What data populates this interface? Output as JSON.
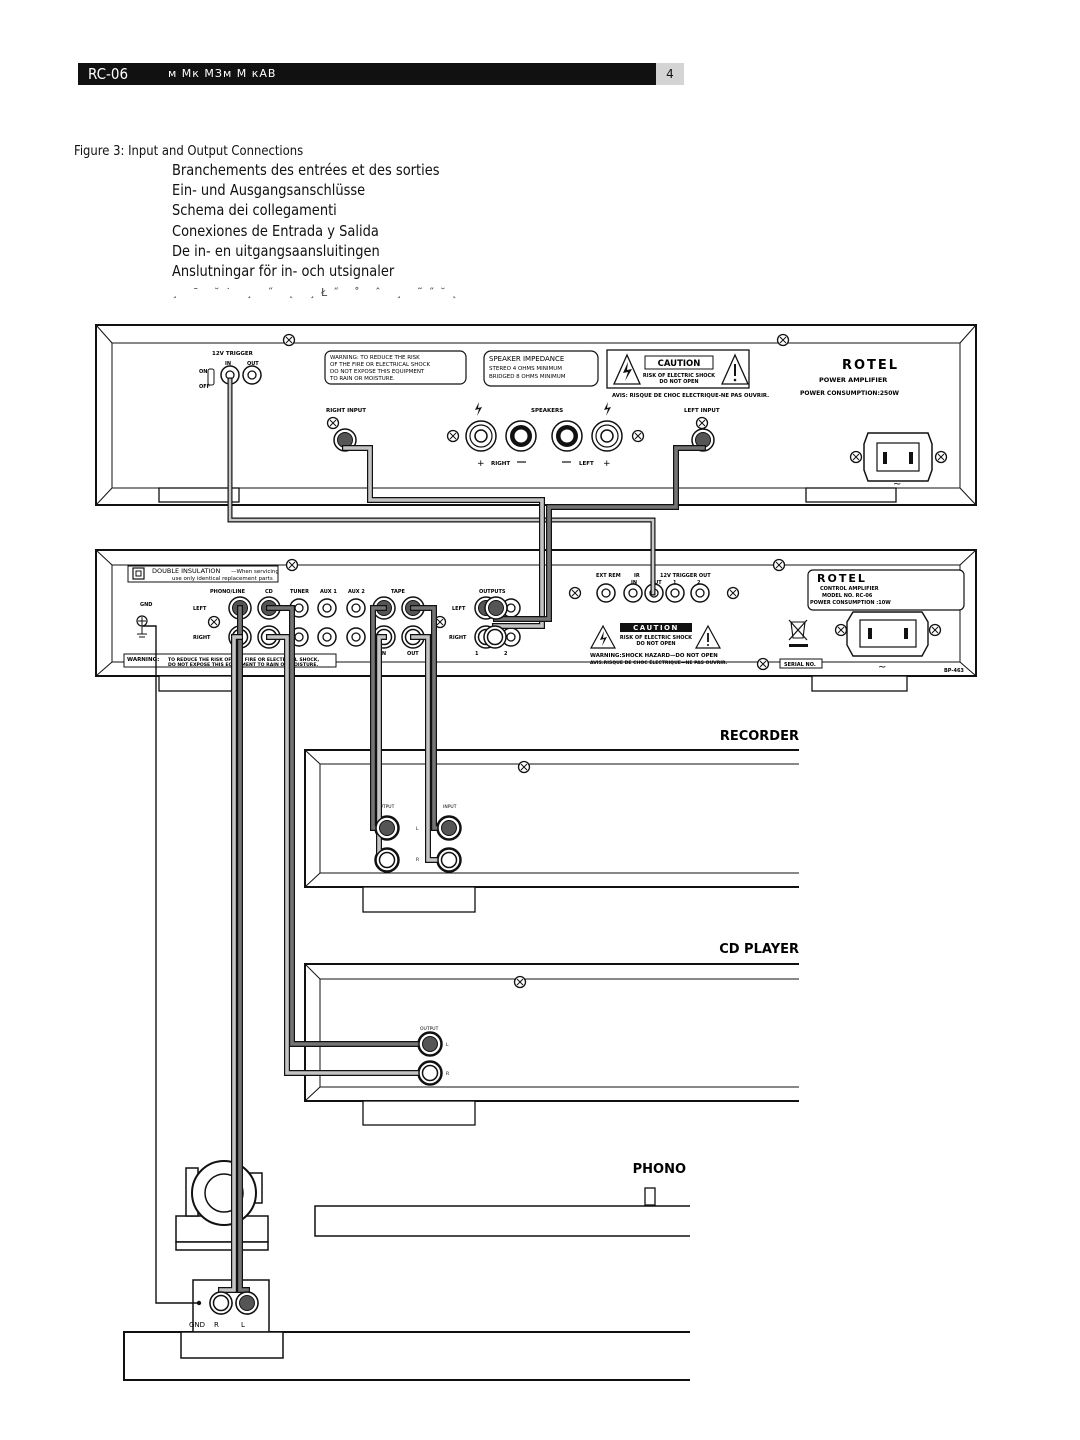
{
  "header": {
    "model": "RC-06",
    "garbled_title": "м Мк МЗм М кАВ",
    "page_number": "4"
  },
  "figure": {
    "caption": "Figure 3:  Input and Output Connections",
    "translations": [
      "Branchements des entrées et des sorties",
      "Ein- und Ausgangsanschlüsse",
      "Schema dei collegamenti",
      "Conexiones de Entrada y Salida",
      "De in- en uitgangsaansluitingen",
      "Anslutningar för in- och utsignaler"
    ],
    "garbled_line": "¸ ˉ ˘˙ ¸ ˝ ˛ ¸Ł˝ ˚ ˆ ¸ ˜˝˘˛"
  },
  "power_amp": {
    "trigger_label": "12V TRIGGER",
    "trigger_in": "IN",
    "trigger_out": "OUT",
    "trigger_on": "ON",
    "trigger_off": "OFF",
    "warning_lines": [
      "WARNING: TO REDUCE THE RISK",
      "OF THE FIRE OR ELECTRICAL SHOCK",
      "DO NOT EXPOSE THIS EQUIPMENT",
      "TO RAIN OR MOISTURE."
    ],
    "impedance_lines": [
      "SPEAKER IMPEDANCE",
      "STEREO 4 OHMS MINIMUM",
      "BRIDGED 8 OHMS MINIMUM"
    ],
    "caution_title": "CAUTION",
    "caution_lines": [
      "RISK OF ELECTRIC SHOCK",
      "DO NOT OPEN"
    ],
    "avis": "AVIS: RISQUE DE CHOC ELECTRIQUE-NE PAS OUVRIR.",
    "brand": "ROTEL",
    "product": "POWER AMPLIFIER",
    "consumption": "POWER CONSUMPTION:250W",
    "right_input": "RIGHT INPUT",
    "left_input": "LEFT INPUT",
    "speakers": "SPEAKERS",
    "right": "RIGHT",
    "left": "LEFT"
  },
  "control_amp": {
    "double_insulation": "DOUBLE INSULATION",
    "servicing_1": "—When servicing",
    "servicing_2": "use only identical replacement parts",
    "gnd": "GND",
    "phono_line": "PHONO/LINE",
    "cd": "CD",
    "tuner": "TUNER",
    "aux1": "AUX 1",
    "aux2": "AUX 2",
    "tape": "TAPE",
    "outputs": "OUTPUTS",
    "left": "LEFT",
    "right": "RIGHT",
    "in": "IN",
    "out": "OUT",
    "out1": "1",
    "out2": "2",
    "ext_rem": "EXT REM",
    "ir": "IR",
    "ir_in": "IN",
    "ir_out": "OUT",
    "trigger_out": "12V TRIGGER OUT",
    "trig1": "1",
    "trig2": "2",
    "warning_word": "WARNING:",
    "warning_1": "TO REDUCE THE RISK OF THE FIRE OR ELECTRICAL SHOCK,",
    "warning_2": "DO NOT EXPOSE THIS EQUIPMENT TO RAIN OR MOISTURE.",
    "caution_title": "CAUTION",
    "caution_1": "RISK OF ELECTRIC SHOCK",
    "caution_2": "DO NOT OPEN",
    "shock": "WARNING:SHOCK HAZARD—DO NOT OPEN",
    "avis": "AVIS:RISQUE DE CHOC ÉLECTRIQUE—NE PAS OUVRIR.",
    "brand": "ROTEL",
    "product": "CONTROL AMPLIFIER",
    "model": "MODEL NO. RC-06",
    "consumption": "POWER CONSUMPTION :10W",
    "serial": "SERIAL NO.",
    "code": "BP-463"
  },
  "recorder": {
    "title": "RECORDER",
    "output": "OUTPUT",
    "input": "INPUT",
    "l": "L",
    "r": "R"
  },
  "cd_player": {
    "title": "CD PLAYER",
    "output": "OUTPUT",
    "l": "L",
    "r": "R"
  },
  "phono": {
    "title": "PHONO",
    "gnd": "GND",
    "r": "R",
    "l": "L"
  }
}
